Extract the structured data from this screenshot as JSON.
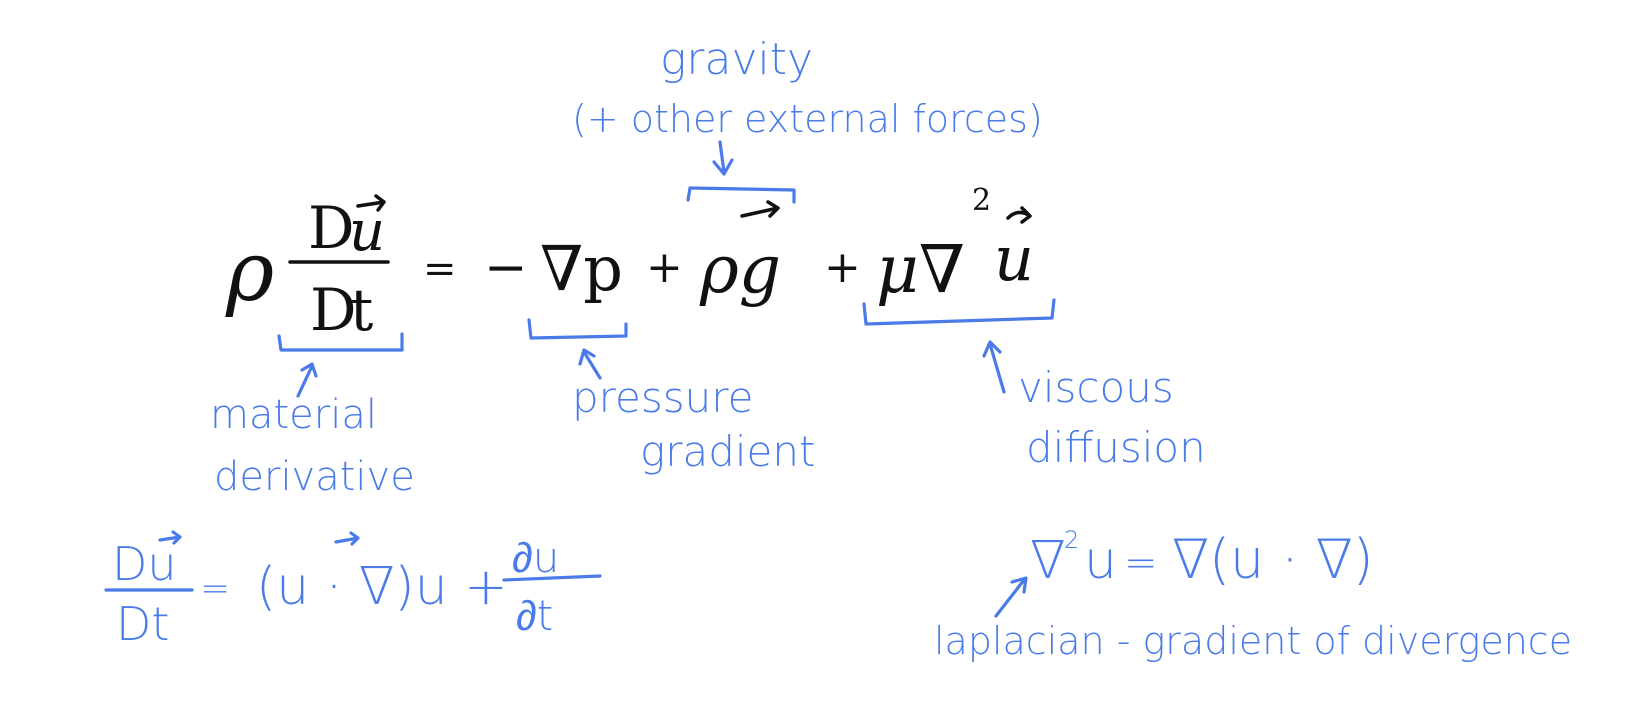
{
  "colors": {
    "annotation": "#4a7be8",
    "equation": "#111111"
  },
  "equation": {
    "rho": "ρ",
    "D_top": "D",
    "u_vec": "u",
    "D_bottom": "D",
    "t": "t",
    "equals": "=",
    "minus": "−",
    "nabla_p": "∇p",
    "plus1": "+",
    "rho_g": "ρg",
    "plus2": "+",
    "mu_nabla": "μ∇",
    "squared": "2",
    "u_vec2": "u"
  },
  "annotations": {
    "gravity_line1": "gravity",
    "gravity_line2": "(+ other external forces)",
    "material_line1": "material",
    "material_line2": "derivative",
    "pressure_line1": "pressure",
    "pressure_line2": "gradient",
    "viscous_line1": "viscous",
    "viscous_line2": "diffusion"
  },
  "material_derivative_eq": {
    "D_top": "Du",
    "D_bottom": "Dt",
    "equals": "=",
    "middle": "(u · ∇)u +",
    "partial_top": "∂u",
    "partial_bottom": "∂t"
  },
  "laplacian_eq": {
    "lhs": "∇",
    "sq": "2",
    "u": "u",
    "equals": "=",
    "rhs": "∇(u · ∇)",
    "label": "laplacian - gradient of divergence"
  }
}
